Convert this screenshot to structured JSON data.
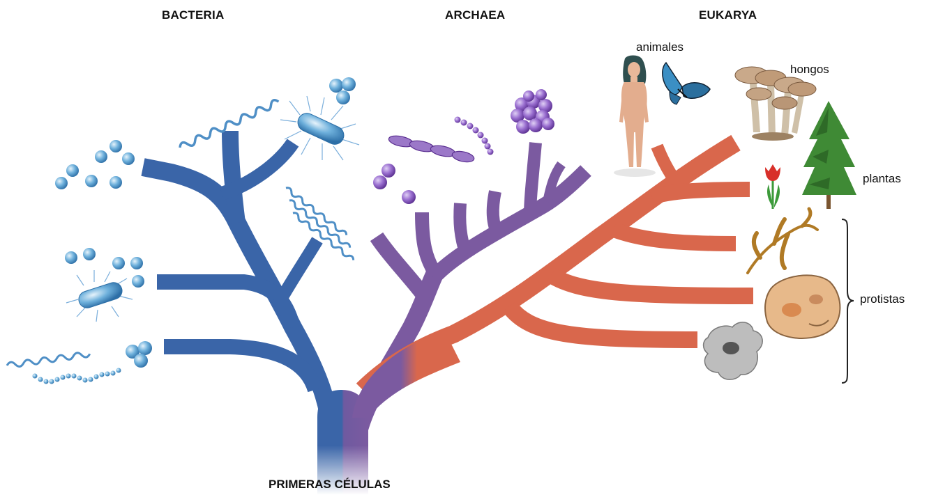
{
  "domains": {
    "bacteria": "BACTERIA",
    "archaea": "ARCHAEA",
    "eukarya": "EUKARYA"
  },
  "groups": {
    "animales": "animales",
    "hongos": "hongos",
    "plantas": "plantas",
    "protistas": "protistas"
  },
  "root_label": "PRIMERAS CÉLULAS",
  "colors": {
    "bacteria": "#3a65a8",
    "archaea": "#7b5aa0",
    "eukarya": "#d9674c",
    "cell_blue": "#5a9fd0",
    "cell_purple": "#8a5fc0"
  },
  "icons": [
    "coccus-cell-icon",
    "spirillum-icon",
    "bacillus-cell-icon",
    "archaea-cell-icon",
    "human-figure-icon",
    "butterfly-icon",
    "mushroom-icon",
    "tree-icon",
    "tulip-icon",
    "seaweed-icon",
    "paramecium-icon",
    "amoeba-icon",
    "brace-icon"
  ]
}
